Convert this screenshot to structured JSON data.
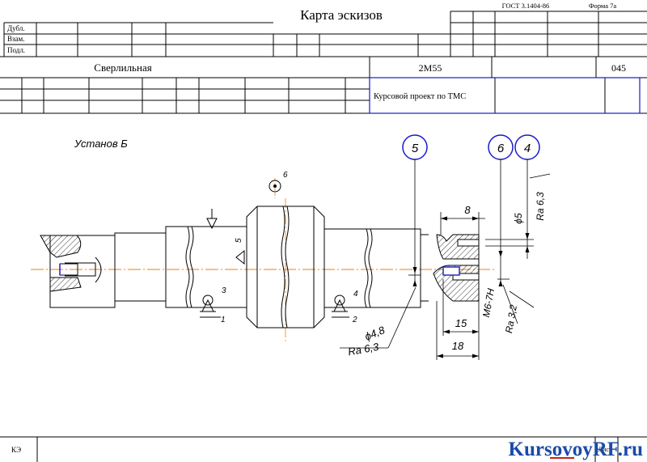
{
  "header": {
    "title": "Карта эскизов",
    "gost": "ГОСТ  3.1404-86",
    "form": "Форма  7а",
    "row_labels": [
      "Дубл.",
      "Взам.",
      "Подл."
    ],
    "operation": "Сверлильная",
    "machine": "2М55",
    "op_number": "045",
    "project": "Курсовой проект по ТМС"
  },
  "drawing": {
    "setup_label": "Установ Б",
    "datum_marks": [
      "1",
      "2",
      "3",
      "4",
      "5",
      "6"
    ],
    "balloons": [
      "5",
      "6",
      "4"
    ],
    "dims": {
      "hole_dia": "ϕ4,8",
      "ra_left": "Ra 6,3",
      "depth_8": "8",
      "dia_5": "ϕ5",
      "ra_top": "Ra 6,3",
      "thread": "М6-7Н",
      "ra_thread": "Ra 3,2",
      "len_15": "15",
      "len_18": "18"
    }
  },
  "footer": {
    "code": "КЭ",
    "sheet_label": "Лист",
    "watermark": "KursovoyRF.ru"
  },
  "colors": {
    "line": "#000000",
    "axis": "#e8801a",
    "balloon": "#1a1acc",
    "highlight": "#1a1acc",
    "watermark_text": "#1a4aa8",
    "watermark_accent": "#d41a1a"
  }
}
